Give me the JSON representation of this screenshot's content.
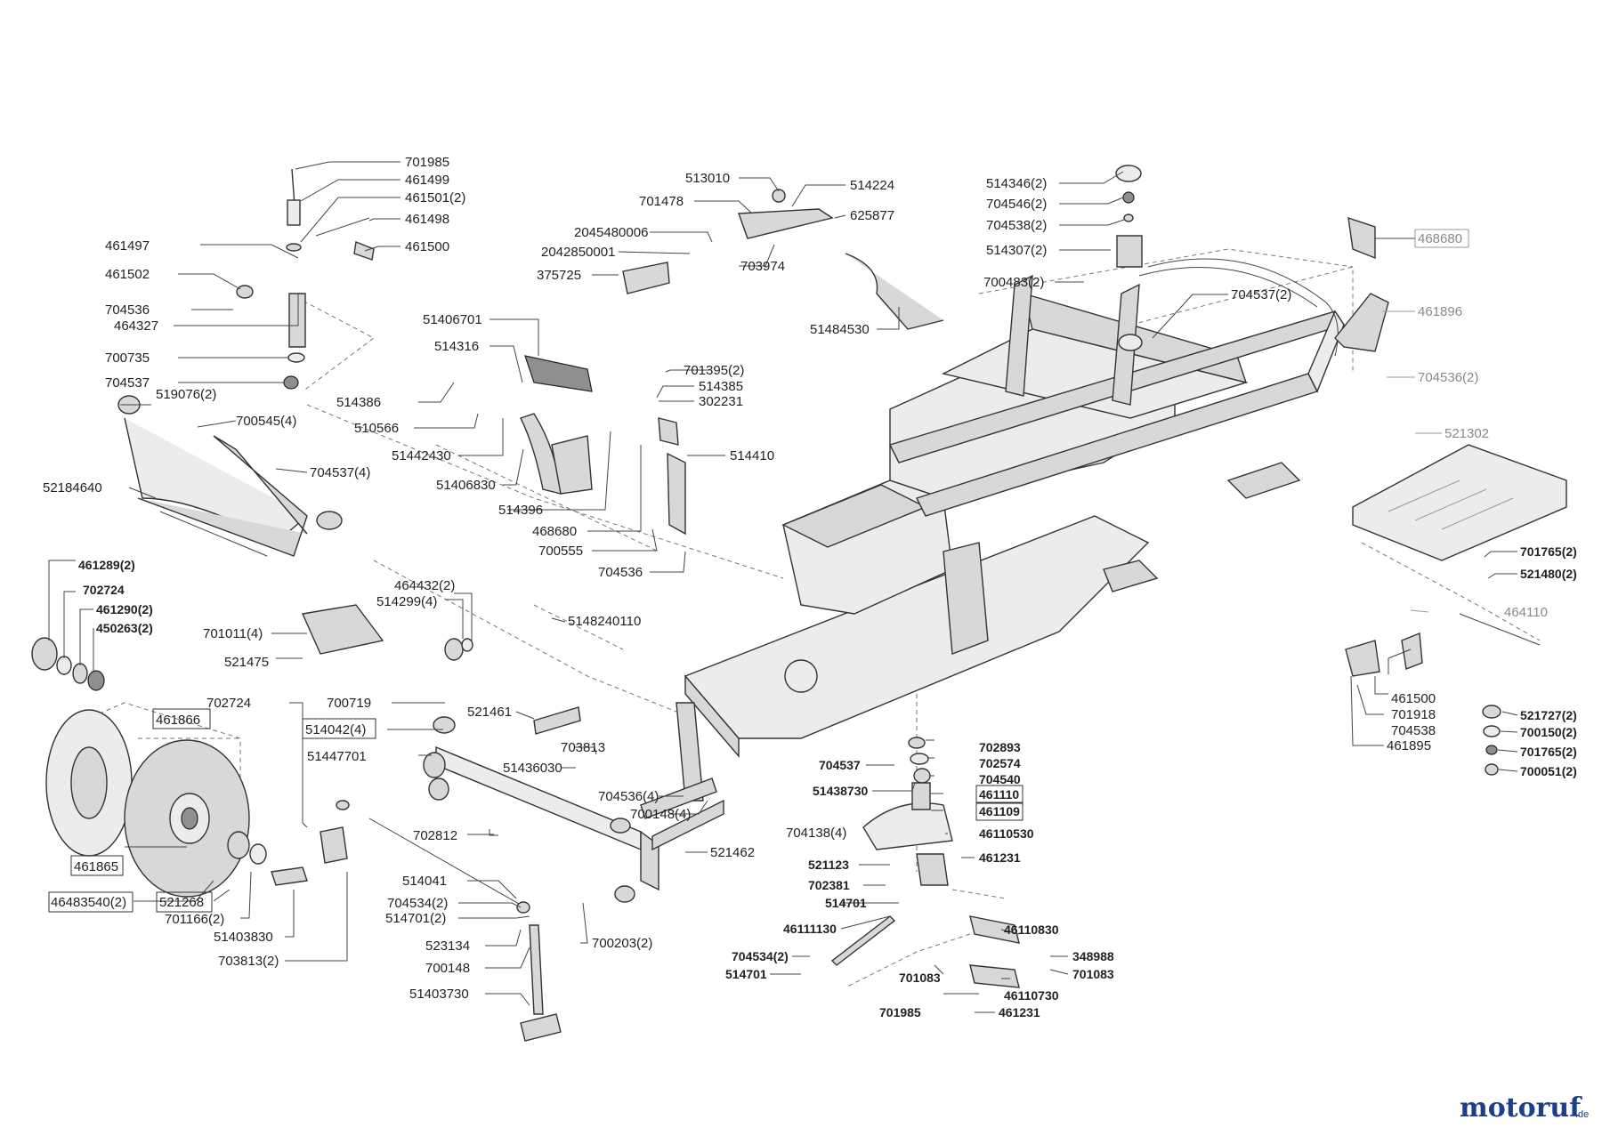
{
  "brand": {
    "name": "motoruf",
    "suffix": ".de",
    "colors": {
      "blue": "#1d3f8a",
      "orange": "#e07a10"
    }
  },
  "labels": {
    "l701985a": "701985",
    "l461499": "461499",
    "l461501": "461501(2)",
    "l461498": "461498",
    "l461497": "461497",
    "l461500a": "461500",
    "l461502": "461502",
    "l704536a": "704536",
    "l464327": "464327",
    "l700735": "700735",
    "l704537a": "704537",
    "l519076": "519076(2)",
    "l700545": "700545(4)",
    "l704537b": "704537(4)",
    "l52184640": "52184640",
    "l513010": "513010",
    "l514224": "514224",
    "l701478": "701478",
    "l625877": "625877",
    "l2045480006": "2045480006",
    "l2042850001": "2042850001",
    "l703974": "703974",
    "l375725": "375725",
    "l51484530": "51484530",
    "l51406701": "51406701",
    "l514316": "514316",
    "l514386": "514386",
    "l510566": "510566",
    "l51442430": "51442430",
    "l51406830": "51406830",
    "l514396": "514396",
    "l701395": "701395(2)",
    "l514385": "514385",
    "l302231": "302231",
    "l514410": "514410",
    "l468680a": "468680",
    "l700555": "700555",
    "l704536b": "704536",
    "l514346": "514346(2)",
    "l704546": "704546(2)",
    "l704538a": "704538(2)",
    "l514307": "514307(2)",
    "l700483": "700483(2)",
    "l704537c": "704537(2)",
    "l468680b": "468680",
    "l461896": "461896",
    "l704536c": "704536(2)",
    "l521302": "521302",
    "l701765a": "701765(2)",
    "l521480": "521480(2)",
    "l464110": "464110",
    "l461500b": "461500",
    "l701918": "701918",
    "l704538b": "704538",
    "l461895": "461895",
    "l521727": "521727(2)",
    "l700150": "700150(2)",
    "l701765b": "701765(2)",
    "l700051": "700051(2)",
    "l461289": "461289(2)",
    "l702724a": "702724",
    "l461290": "461290(2)",
    "l450263": "450263(2)",
    "l701011": "701011(4)",
    "l464432": "464432(2)",
    "l514299": "514299(4)",
    "l5148240110": "5148240110",
    "l521475": "521475",
    "l702724b": "702724",
    "l461866": "461866",
    "l700719": "700719",
    "l514042": "514042(4)",
    "l521461": "521461",
    "l51447701": "51447701",
    "l703813a": "703813",
    "l51436030": "51436030",
    "l704536d": "704536(4)",
    "l700148a": "700148(4)",
    "l704138": "704138(4)",
    "l521462": "521462",
    "l702812": "702812",
    "l461865": "461865",
    "l46483540": "46483540(2)",
    "l521268": "521268",
    "l701166": "701166(2)",
    "l51403830": "51403830",
    "l703813b": "703813(2)",
    "l514041": "514041",
    "l704534a": "704534(2)",
    "l514701a": "514701(2)",
    "l700203": "700203(2)",
    "l523134": "523134",
    "l700148b": "700148",
    "l51403730": "51403730",
    "l702893": "702893",
    "l702574": "702574",
    "l704537d": "704537",
    "l704540": "704540",
    "l51438730": "51438730",
    "l461110": "461110",
    "l461109": "461109",
    "l46110530": "46110530",
    "l521123": "521123",
    "l461231a": "461231",
    "l702381": "702381",
    "l514701b": "514701",
    "l46111130": "46111130",
    "l46110830": "46110830",
    "l704534b": "704534(2)",
    "l348988": "348988",
    "l514701c": "514701",
    "l701083a": "701083",
    "l701083b": "701083",
    "l46110730": "46110730",
    "l701985b": "701985",
    "l461231b": "461231"
  }
}
